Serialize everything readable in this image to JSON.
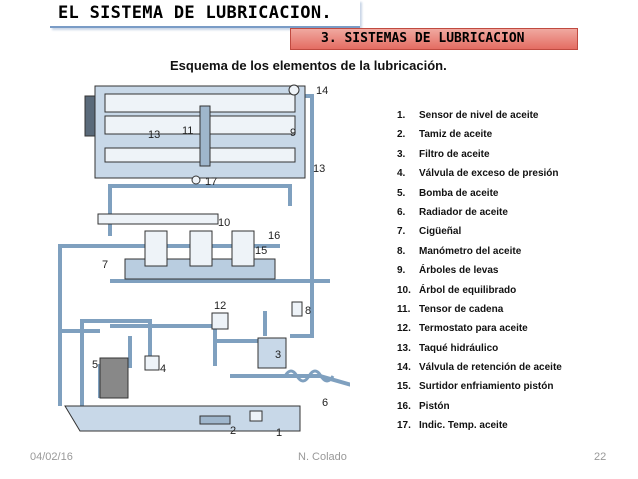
{
  "header": {
    "title": "EL SISTEMA DE LUBRICACION.",
    "subtitle": "3. SISTEMAS DE LUBRICACION"
  },
  "heading": "Esquema de los elementos de la lubricación.",
  "diagram": {
    "labels": [
      "1",
      "2",
      "3",
      "4",
      "5",
      "6",
      "7",
      "8",
      "9",
      "10",
      "11",
      "12",
      "13",
      "13",
      "14",
      "15",
      "16",
      "17"
    ]
  },
  "legend": [
    {
      "num": "1.",
      "text": "Sensor de nivel de aceite"
    },
    {
      "num": "2.",
      "text": "Tamiz de aceite"
    },
    {
      "num": "3.",
      "text": "Filtro de aceite"
    },
    {
      "num": "4.",
      "text": "Válvula de exceso de presión"
    },
    {
      "num": "5.",
      "text": "Bomba de aceite"
    },
    {
      "num": "6.",
      "text": "Radiador de aceite"
    },
    {
      "num": "7.",
      "text": "Cigüeñal"
    },
    {
      "num": "8.",
      "text": "Manómetro del aceite"
    },
    {
      "num": "9.",
      "text": "Árboles de levas"
    },
    {
      "num": "10.",
      "text": "Árbol de equilibrado"
    },
    {
      "num": "11.",
      "text": "Tensor de cadena"
    },
    {
      "num": "12.",
      "text": "Termostato para aceite"
    },
    {
      "num": "13.",
      "text": "Taqué hidráulico"
    },
    {
      "num": "14.",
      "text": "Válvula de retención de aceite"
    },
    {
      "num": "15.",
      "text": "Surtidor enfriamiento pistón"
    },
    {
      "num": "16.",
      "text": "Pistón"
    },
    {
      "num": "17.",
      "text": "Indic. Temp. aceite"
    }
  ],
  "footer": {
    "date": "04/02/16",
    "author": "N. Colado",
    "page": "22"
  }
}
